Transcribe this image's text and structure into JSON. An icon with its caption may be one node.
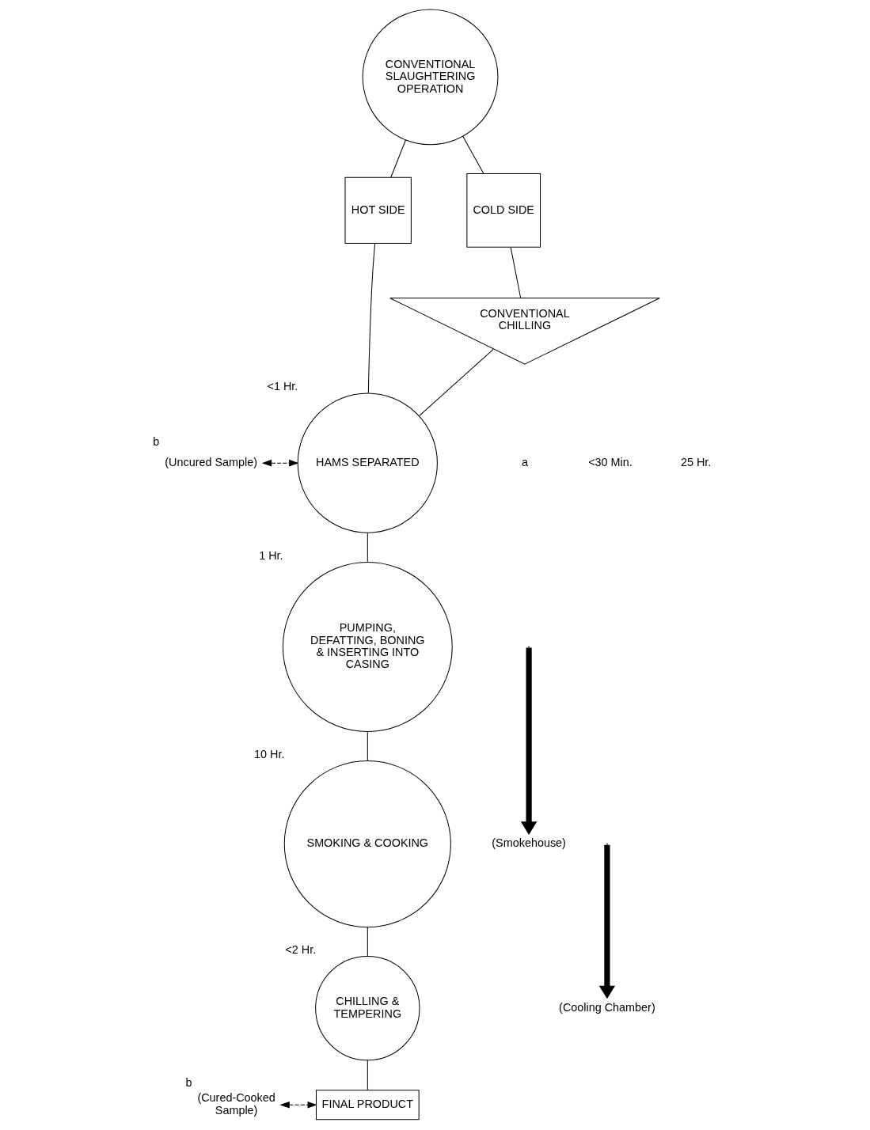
{
  "diagram": {
    "nodes": [
      {
        "text": [
          "CONVENTIONAL SLAUGHTERING OPERATION"
        ]
      },
      {
        "text": [
          "HOT SIDE"
        ]
      },
      {
        "text": [
          "COLD SIDE"
        ]
      },
      {
        "text": [
          "CONVENTIONAL CHILLING"
        ]
      },
      {
        "text": [
          "(Uncured Sample)"
        ],
        "beside": [
          "b"
        ]
      },
      {
        "text": [
          "HAMS SEPARATED"
        ],
        "beside": [
          "<1 Hr."
        ]
      },
      {
        "text": [
          "PUMPING, DEFATTING, BONING & INSERTING INTO CASING"
        ],
        "beside": [
          "1 Hr."
        ]
      },
      {
        "text": [
          "(Smokehouse)"
        ]
      },
      {
        "text": [
          "SMOKING & COOKING"
        ],
        "beside": [
          "10 Hr."
        ]
      },
      {
        "text": [
          "(Cooling Chamber)"
        ]
      },
      {
        "text": [
          "CHILLING & TEMPERING"
        ],
        "beside": [
          "<2 Hr."
        ]
      },
      {
        "text": [
          "(Cured-Cooked Sample)"
        ],
        "beside": [
          "b"
        ]
      },
      {
        "text": [
          "FINAL PRODUCT"
        ]
      }
    ],
    "edges": [
      {
        "from": 0,
        "to": 1,
        "arrow": "none"
      },
      {
        "from": 0,
        "to": 2,
        "arrow": "none"
      },
      {
        "from": 2,
        "to": 3,
        "arrow": "none"
      },
      {
        "from": 1,
        "to": 5,
        "arrow": "none"
      },
      {
        "from": 3,
        "to": 5,
        "arrow": "none"
      },
      {
        "from": 4,
        "to": 5,
        "arrow": "both",
        "style": "dashed"
      },
      {
        "from": 5,
        "to": 6,
        "arrow": "none"
      },
      {
        "from": null,
        "to": 7,
        "arrow": "to",
        "style": "thick"
      },
      {
        "from": 6,
        "to": 8,
        "arrow": "none"
      },
      {
        "from": null,
        "to": 9,
        "arrow": "to",
        "style": "thick"
      },
      {
        "from": 8,
        "to": 10,
        "arrow": "none"
      },
      {
        "from": 10,
        "to": 12,
        "arrow": "none"
      },
      {
        "from": 11,
        "to": 12,
        "arrow": "both",
        "style": "dashed"
      }
    ],
    "labels": [
      "a",
      "<30 Min.",
      "25 Hr."
    ]
  }
}
